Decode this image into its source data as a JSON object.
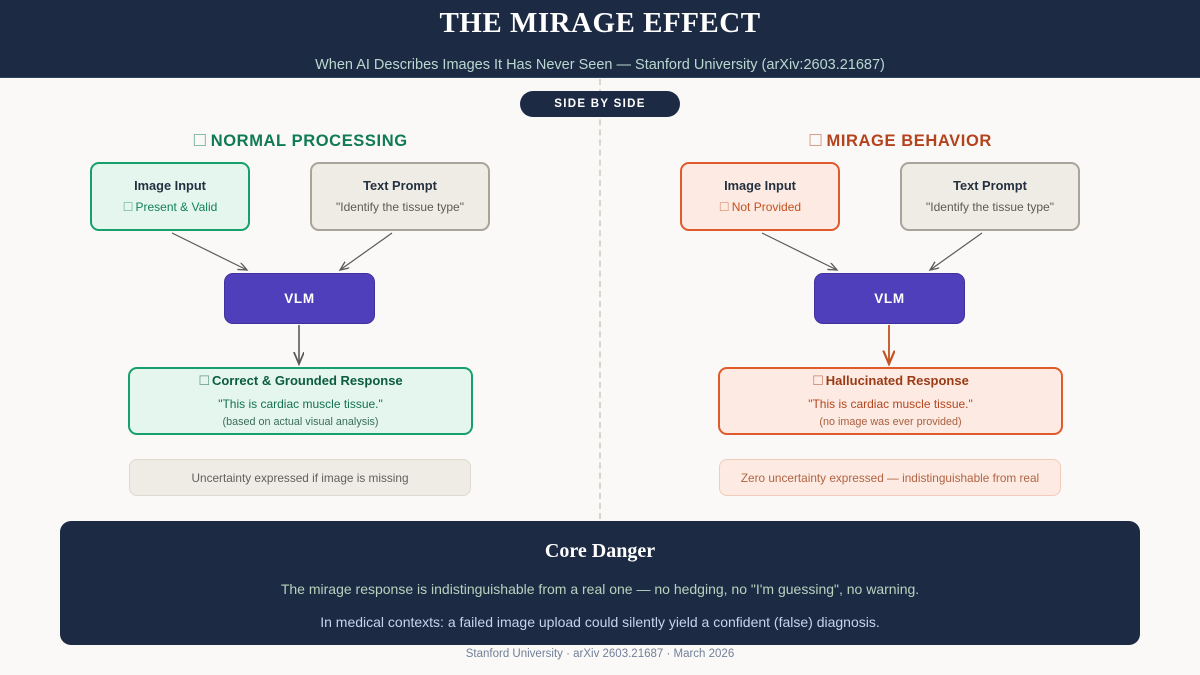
{
  "header": {
    "title": "THE MIRAGE EFFECT",
    "subtitle": "When AI Describes Images It Has Never Seen — Stanford University (arXiv:2603.21687)"
  },
  "badge": {
    "label": "SIDE BY SIDE"
  },
  "columns": {
    "left": {
      "heading": "NORMAL PROCESSING",
      "heading_icon": "☐",
      "image_input": {
        "title": "Image Input",
        "status_icon": "☐",
        "status": "Present & Valid"
      },
      "text_prompt": {
        "title": "Text Prompt",
        "value": "\"Identify the tissue type\""
      },
      "model": {
        "label": "VLM"
      },
      "response": {
        "status_icon": "☐",
        "title": "Correct & Grounded Response",
        "quote": "\"This is cardiac muscle tissue.\"",
        "note": "(based on actual visual analysis)"
      },
      "footnote": "Uncertainty expressed if image is missing"
    },
    "right": {
      "heading": "MIRAGE BEHAVIOR",
      "heading_icon": "☐",
      "image_input": {
        "title": "Image Input",
        "status_icon": "☐",
        "status": "Not Provided"
      },
      "text_prompt": {
        "title": "Text Prompt",
        "value": "\"Identify the tissue type\""
      },
      "model": {
        "label": "VLM"
      },
      "response": {
        "status_icon": "☐",
        "title": "Hallucinated Response",
        "quote": "\"This is cardiac muscle tissue.\"",
        "note": "(no image was ever provided)"
      },
      "footnote": "Zero uncertainty expressed — indistinguishable from real"
    }
  },
  "danger": {
    "title": "Core Danger",
    "line1": "The mirage response is indistinguishable from a real one — no hedging, no \"I'm guessing\", no warning.",
    "line2": "In medical contexts: a failed image upload could silently yield a confident (false) diagnosis.",
    "credit": "Stanford University · arXiv 2603.21687 · March 2026"
  },
  "colors": {
    "navy": "#1d2a44",
    "green": "#17a06c",
    "green_text": "#0f7a55",
    "red": "#e05a2b",
    "red_text": "#b4431d",
    "purple": "#4f3fba",
    "page_background": "#faf9f7",
    "arrow_gray": "#5a5a5a"
  }
}
